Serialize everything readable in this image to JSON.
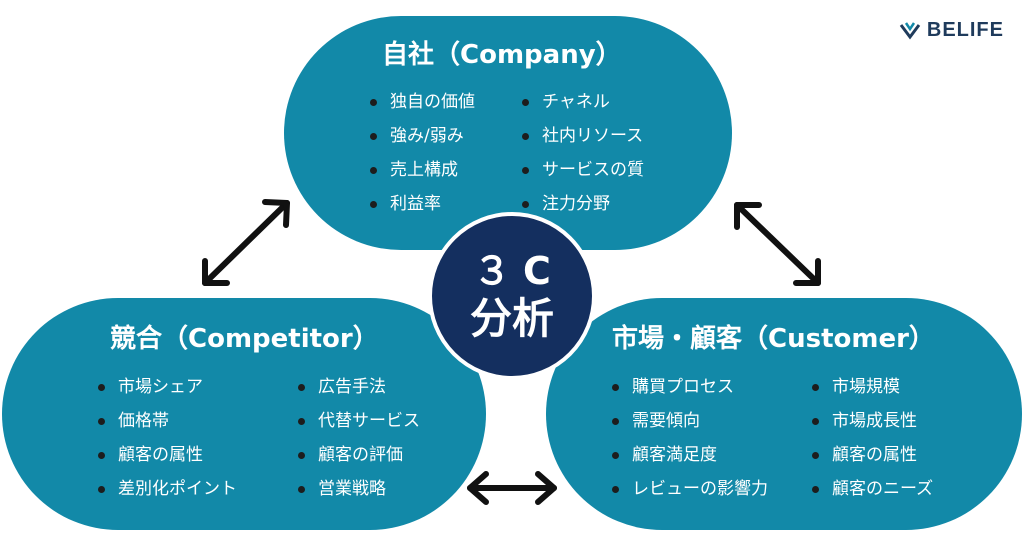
{
  "brand": {
    "name": "BELIFE"
  },
  "center": {
    "line1": "３C",
    "line2": "分析"
  },
  "company": {
    "title": "自社（Company）",
    "items_left": [
      "独自の価値",
      "強み/弱み",
      "売上構成",
      "利益率"
    ],
    "items_right": [
      "チャネル",
      "社内リソース",
      "サービスの質",
      "注力分野"
    ]
  },
  "competitor": {
    "title": "競合（Competitor）",
    "items_left": [
      "市場シェア",
      "価格帯",
      "顧客の属性",
      "差別化ポイント"
    ],
    "items_right": [
      "広告手法",
      "代替サービス",
      "顧客の評価",
      "営業戦略"
    ]
  },
  "customer": {
    "title": "市場・顧客（Customer）",
    "items_left": [
      "購買プロセス",
      "需要傾向",
      "顧客満足度",
      "レビューの影響力"
    ],
    "items_right": [
      "市場規模",
      "市場成長性",
      "顧客の属性",
      "顧客のニーズ"
    ]
  },
  "colors": {
    "oval": "#1289a8",
    "center": "#142f5f",
    "arrow": "#111111",
    "brand": "#1f3b5c"
  }
}
